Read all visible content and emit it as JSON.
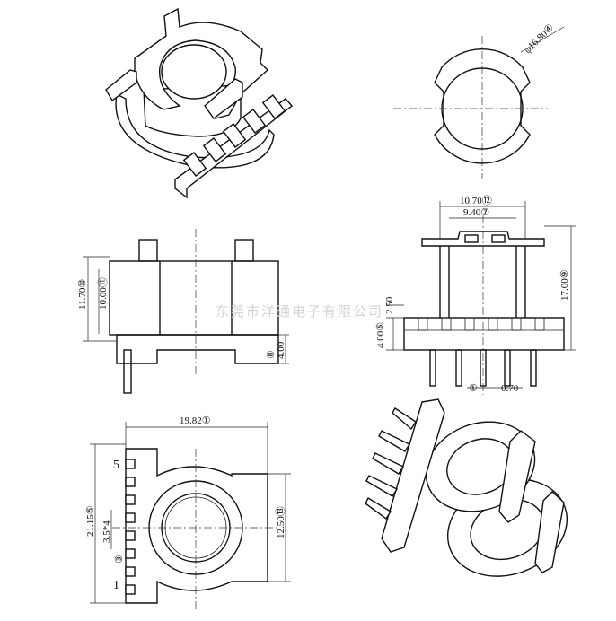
{
  "watermark": "东莞市洋通电子有限公司",
  "dimensions": {
    "top_right_diameter": "φ16.80④",
    "front_width_outer": "10.70⑫",
    "front_width_inner": "9.40⑦",
    "front_height_total": "17.00⑨",
    "front_pin_spacer": "2.50",
    "front_base_height": "4.00⑥",
    "front_pin_dia": "①",
    "front_pin_width": "0.70",
    "side_height_outer": "11.70⑩",
    "side_height_inner": "10.00⑪",
    "side_base": "4.00",
    "side_base_mark": "⑧",
    "bottom_width": "19.82①",
    "bottom_height": "21.15⑤",
    "bottom_pitch": "3.5*4",
    "bottom_pitch_mark": "③",
    "bottom_inner_height": "12.50⑬"
  },
  "pins": {
    "top_label": "5",
    "bottom_label": "1"
  },
  "colors": {
    "line": "#111111",
    "watermark": "#d4d4d4",
    "background": "#ffffff"
  }
}
